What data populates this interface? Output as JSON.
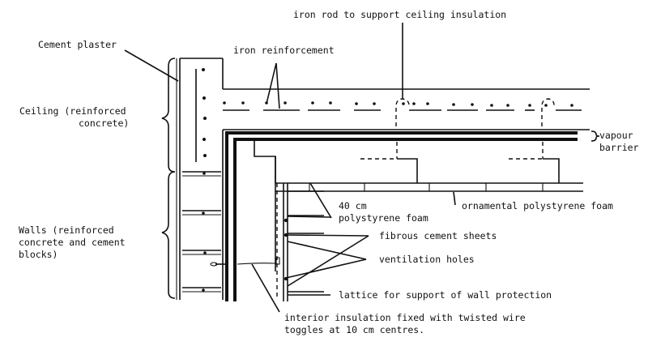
{
  "title": "Cross-section of ceiling and wall insulation detail",
  "labels": {
    "cement_plaster": "Cement plaster",
    "ceiling_1": "Ceiling (reinforced",
    "ceiling_2": "concrete)",
    "walls_1": "Walls (reinforced",
    "walls_2": "concrete and cement",
    "walls_3": "blocks)",
    "iron_rod": "iron rod to support ceiling insulation",
    "iron_reinforcement": "iron reinforcement",
    "vapour_1": "vapour",
    "vapour_2": "barrier",
    "foam_40_1": "40 cm",
    "foam_40_2": "polystyrene foam",
    "ornamental": "ornamental polystyrene foam",
    "fibrous": "fibrous cement sheets",
    "ventilation": "ventilation holes",
    "lattice": "lattice for support of wall protection",
    "interior_1": "interior insulation fixed with twisted wire",
    "interior_2": "toggles at 10 cm centres."
  },
  "colors": {
    "ink": "#111111",
    "paper": "#ffffff"
  }
}
